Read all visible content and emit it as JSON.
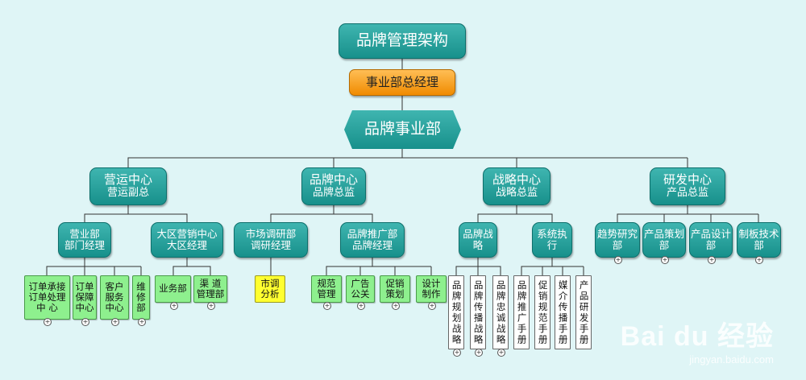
{
  "top": {
    "title": "品牌管理架构",
    "gm": "事业部总经理",
    "division": "品牌事业部"
  },
  "centers": [
    {
      "name": "营运中心",
      "head": "营运副总"
    },
    {
      "name": "品牌中心",
      "head": "品牌总监"
    },
    {
      "name": "战略中心",
      "head": "战略总监"
    },
    {
      "name": "研发中心",
      "head": "产品总监"
    }
  ],
  "depts": {
    "sales": {
      "name": "营业部",
      "head": "部门经理"
    },
    "region": {
      "name": "大区营销中心",
      "head": "大区经理"
    },
    "research": {
      "name": "市场调研部",
      "head": "调研经理"
    },
    "promo": {
      "name": "品牌推广部",
      "head": "品牌经理"
    },
    "brand_strategy": "品牌战略",
    "system_exec": "系统执行",
    "trend": "趋势研究部",
    "planning": "产品策划部",
    "design": "产品设计部",
    "plate": "制板技术部"
  },
  "leaves": {
    "order": "订单承接\n订单处理\n中 心",
    "guarantee": "订单\n保障\n中心",
    "service": "客户\n服务\n中心",
    "repair": "维\n修\n部",
    "business": "业务部",
    "channel": "渠 道\n管理部",
    "analysis": "市调\n分析",
    "standard": "规范\n管理",
    "ads": "广告\n公关",
    "promotion": "促销\n策划",
    "design_make": "设计\n制作",
    "v1": "品牌规划战略",
    "v2": "品牌传播战略",
    "v3": "品牌忠诚战略",
    "v4": "品牌推广手册",
    "v5": "促销规范手册",
    "v6": "媒介传播手册",
    "v7": "产品研发手册"
  },
  "expand_symbol": "+",
  "watermark": {
    "logo": "Bai du 经验",
    "url": "jingyan.baidu.com"
  },
  "colors": {
    "teal": "#17908b",
    "orange": "#f08b00",
    "green": "#8ef08e",
    "yellow": "#ffff30",
    "background": "#dff5f6"
  }
}
